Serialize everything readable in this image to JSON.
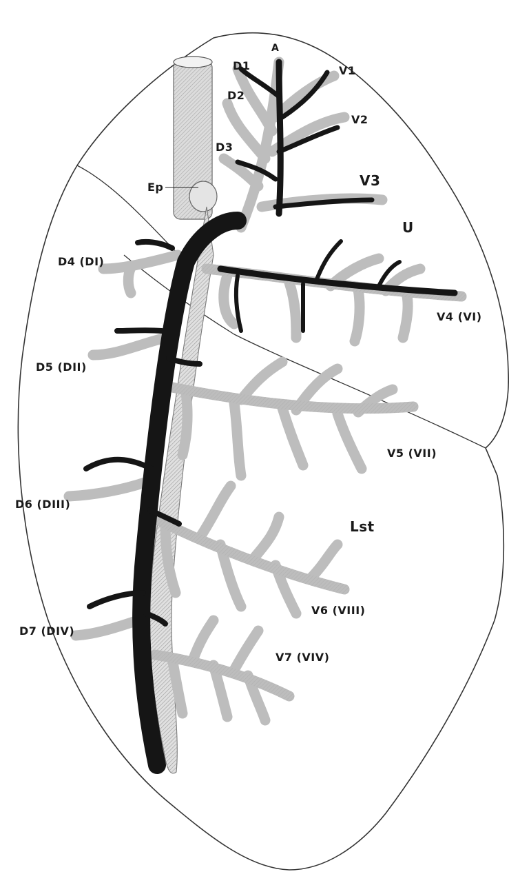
{
  "labels": {
    "A": "A",
    "D1": "D1",
    "D2": "D2",
    "D3": "D3",
    "V1": "V1",
    "V2": "V2",
    "V3": "V3",
    "Ep": "Ep",
    "U": "U",
    "D4": "D4 (DI)",
    "V4": "V4 (VI)",
    "D5": "D5 (DII)",
    "V5": "V5 (VII)",
    "D6": "D6 (DIII)",
    "Lst": "Lst",
    "V6": "V6 (VIII)",
    "D7": "D7 (DIV)",
    "V7": "V7 (VIV)"
  },
  "colors": {
    "outline": "#333333",
    "bronchus_fill": "#e8e8e8",
    "bronchus_hatch": "#888888",
    "artery": "#151515",
    "background": "#ffffff"
  }
}
